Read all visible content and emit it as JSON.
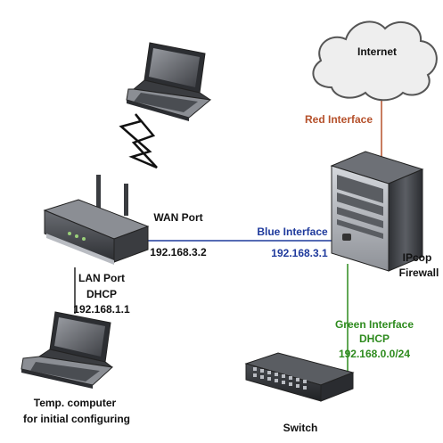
{
  "nodes": {
    "internet": {
      "label": "Internet"
    },
    "firewall": {
      "label_line1": "IPcop",
      "label_line2": "Firewall"
    },
    "router": {},
    "laptop_wireless": {},
    "laptop_temp": {
      "label_line1": "Temp. computer",
      "label_line2": "for initial configuring"
    },
    "switch": {
      "label": "Switch"
    }
  },
  "links": {
    "red": {
      "label": "Red Interface",
      "color": "#b5502a"
    },
    "blue": {
      "label": "Blue Interface",
      "ip": "192.168.3.1",
      "color": "#1f3a9c"
    },
    "green": {
      "label": "Green Interface",
      "mode": "DHCP",
      "ip": "192.168.0.0/24",
      "color": "#2e8b1e"
    },
    "wan": {
      "label": "WAN Port",
      "ip": "192.168.3.2"
    },
    "lan": {
      "label": "LAN Port",
      "mode": "DHCP",
      "ip": "192.168.1.1"
    }
  },
  "colors": {
    "text": "#111111",
    "device_dark": "#3a3c40",
    "device_mid": "#6d7076",
    "device_light": "#b9bcc2",
    "cloud_fill": "#eeeeee",
    "cloud_stroke": "#555555"
  },
  "icons": {
    "cloud": "cloud-icon",
    "server": "server-tower-icon",
    "router": "wireless-router-icon",
    "laptop": "laptop-icon",
    "switch": "network-switch-icon",
    "wireless": "lightning-bolt-icon"
  }
}
